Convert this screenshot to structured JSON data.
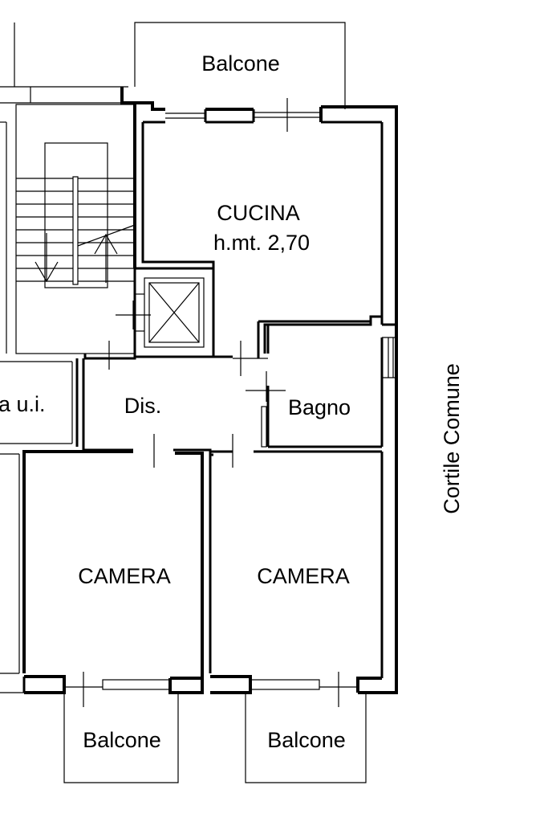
{
  "rooms": {
    "balcone_top": "Balcone",
    "cucina": "CUCINA",
    "cucina_height": "h.mt. 2,70",
    "altra_ui": "a u.i.",
    "dis": "Dis.",
    "bagno": "Bagno",
    "camera_left": "CAMERA",
    "camera_right": "CAMERA",
    "balcone_bottom_left": "Balcone",
    "balcone_bottom_right": "Balcone"
  },
  "outside": {
    "cortile": "Cortile Comune"
  },
  "colors": {
    "line": "#000000",
    "background": "#ffffff"
  }
}
